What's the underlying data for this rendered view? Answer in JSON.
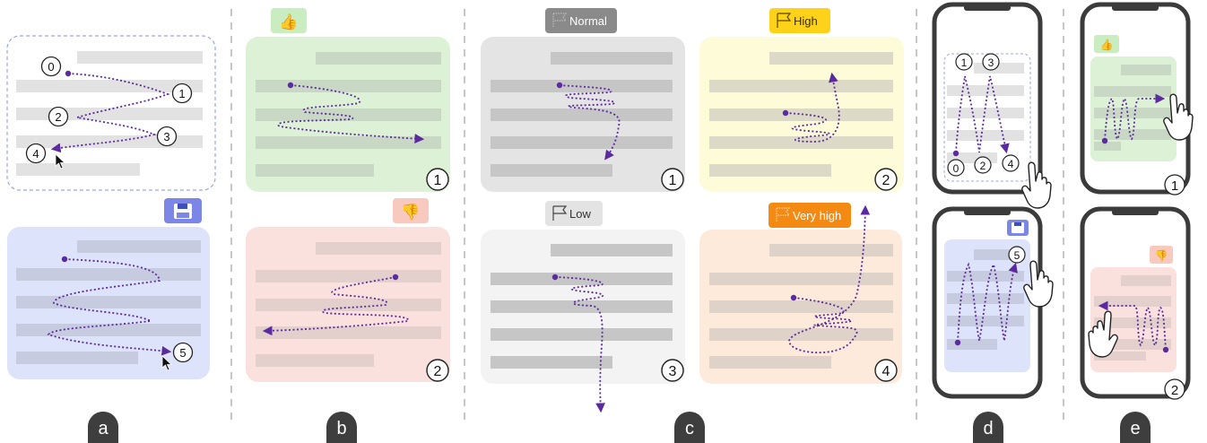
{
  "panels": [
    {
      "id": "a",
      "label": "a"
    },
    {
      "id": "b",
      "label": "b"
    },
    {
      "id": "c",
      "label": "c"
    },
    {
      "id": "d",
      "label": "d"
    },
    {
      "id": "e",
      "label": "e"
    }
  ],
  "panel_a": {
    "step_numbers": [
      "0",
      "1",
      "2",
      "3",
      "4",
      "5"
    ],
    "save_icon": "floppy-disk-icon"
  },
  "panel_b": {
    "card_numbers": [
      "1",
      "2"
    ],
    "icons": [
      "thumbs-up-icon",
      "thumbs-down-icon"
    ]
  },
  "panel_c": {
    "flags": [
      {
        "label": "Normal",
        "color": "#8a8a8a",
        "card_number": "1"
      },
      {
        "label": "High",
        "color": "#ffd21a",
        "card_number": "2"
      },
      {
        "label": "Low",
        "color": "#e3e3e3",
        "card_number": "3"
      },
      {
        "label": "Very high",
        "color": "#f58a12",
        "card_number": "4"
      }
    ]
  },
  "panel_d": {
    "step_numbers": [
      "0",
      "1",
      "2",
      "3",
      "4",
      "5"
    ],
    "save_icon": "floppy-disk-icon",
    "hand_icon": "pointing-hand-icon"
  },
  "panel_e": {
    "card_numbers": [
      "1",
      "2"
    ],
    "icons": [
      "thumbs-up-icon",
      "thumbs-down-icon"
    ],
    "hand_icon": "pointing-hand-icon"
  },
  "colors": {
    "path": "#5b2a9e",
    "green_card": "#ddf1d6",
    "red_card": "#fbe1de",
    "blue_card": "#dde3fb",
    "gray_card": "#e4e4e4",
    "light_gray_card": "#f3f3f3",
    "yellow_card": "#fdfbd8",
    "orange_card": "#fdeadb",
    "text_bar": "#cfcfcf",
    "separator": "#b4b4b4",
    "phone_frame": "#3b3b3b"
  }
}
